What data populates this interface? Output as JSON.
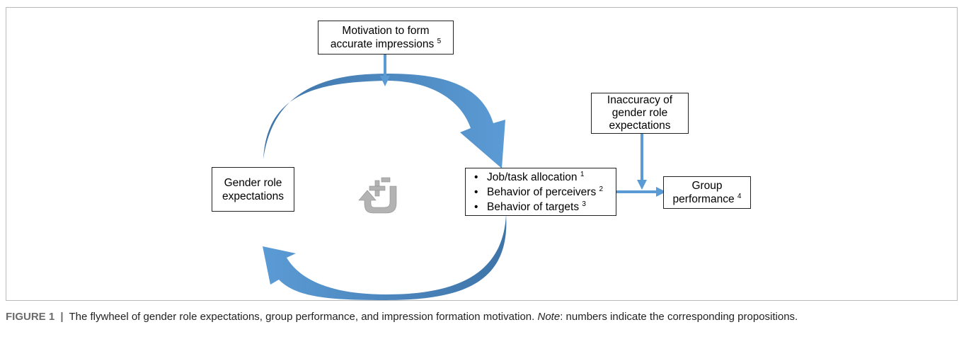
{
  "boxes": {
    "motivation": {
      "line1": "Motivation to form",
      "line2": "accurate impressions",
      "sup": "5"
    },
    "inaccuracy": {
      "line1": "Inaccuracy of",
      "line2": "gender role",
      "line3": "expectations"
    },
    "gender_role": {
      "line1": "Gender role",
      "line2": "expectations"
    },
    "outcomes": {
      "items": [
        {
          "text": "Job/task allocation",
          "sup": "1"
        },
        {
          "text": "Behavior of perceivers",
          "sup": "2"
        },
        {
          "text": "Behavior of targets",
          "sup": "3"
        }
      ]
    },
    "group_performance": {
      "line1": "Group",
      "line2": "performance",
      "sup": "4"
    }
  },
  "caption": {
    "label": "FIGURE 1",
    "separator": "|",
    "text_before_note": "The flywheel of gender role expectations, group performance, and impression formation motivation.",
    "note_label": "Note",
    "text_after_note": ": numbers indicate the corresponding propositions."
  },
  "colors": {
    "arc_light": "#5b9bd5",
    "arc_dark": "#3e74a8",
    "connector": "#5b9bd5",
    "center_icon": "#b3b3b3",
    "caption_label": "#6b6b6b"
  },
  "icons": {
    "center": "cycle-reinforcement-icon"
  }
}
